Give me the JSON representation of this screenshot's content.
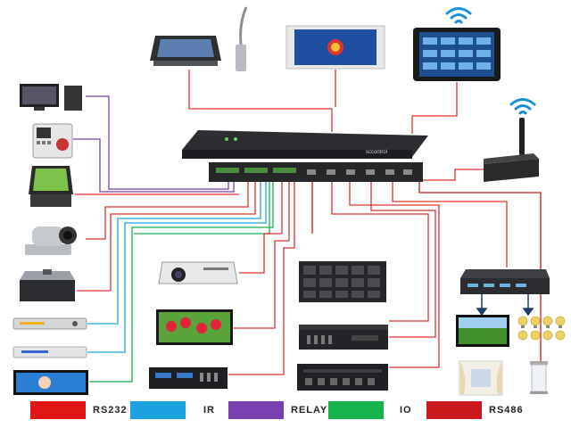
{
  "controller": {
    "brand": "sccontrol"
  },
  "legend": [
    {
      "key": "rs232",
      "label": "RS232",
      "color": "#e01616"
    },
    {
      "key": "ir",
      "label": "IR",
      "color": "#1aa3e0"
    },
    {
      "key": "relay",
      "label": "RELAY",
      "color": "#7b3fb0"
    },
    {
      "key": "io",
      "label": "IO",
      "color": "#16b34a"
    },
    {
      "key": "rs486",
      "label": "RS486",
      "color": "#c81a1a"
    }
  ],
  "colors": {
    "wire_red": "#e03030",
    "wire_ir": "#1aa3e0",
    "wire_relay": "#7b3fb0",
    "wire_io": "#16b34a",
    "wire_dark": "#1b3f6b",
    "wifi": "#1a8fd6"
  },
  "icons": [
    "wifi-icon",
    "wifi-icon",
    "antenna-icon",
    "flower-image",
    "lightbulb-icon",
    "curtain-icon"
  ]
}
